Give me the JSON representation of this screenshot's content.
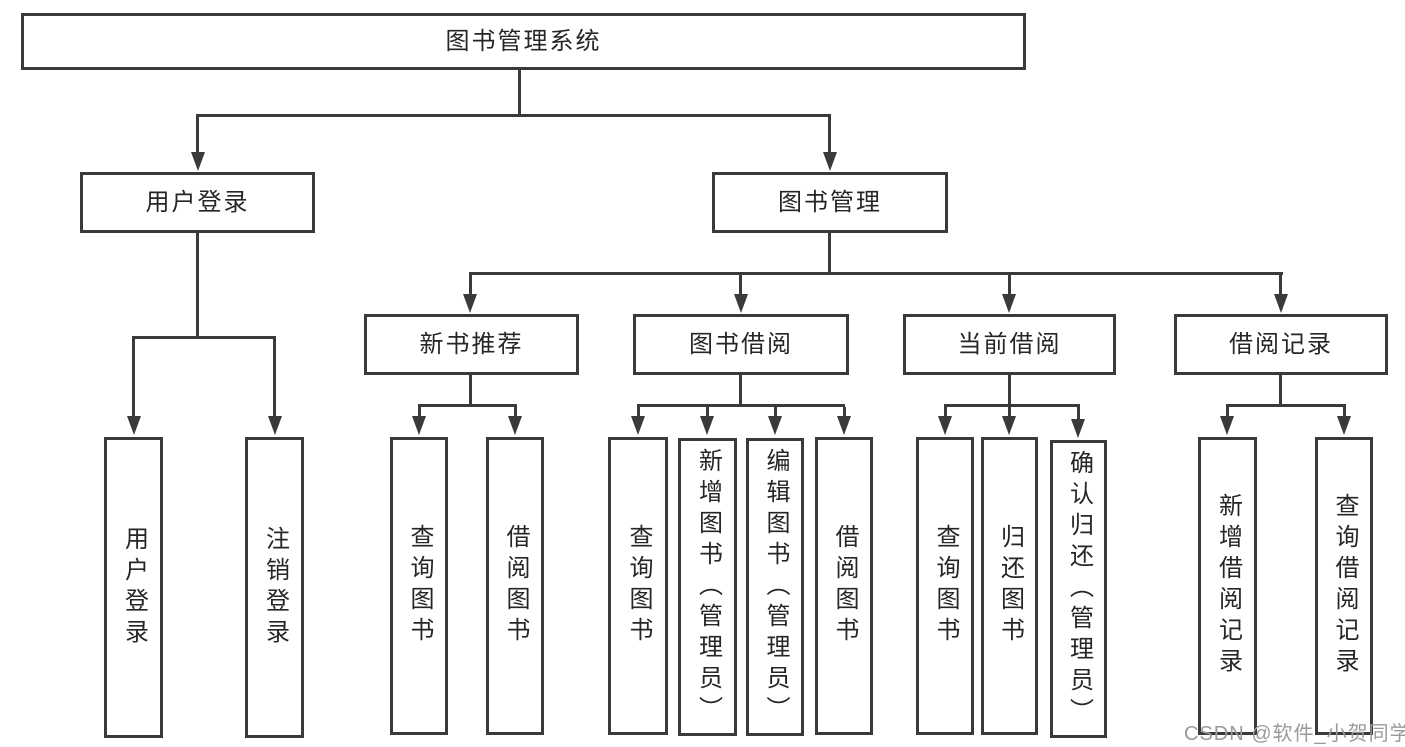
{
  "diagram": {
    "root": {
      "label": "图书管理系统",
      "children": [
        {
          "label": "用户登录",
          "children": [
            {
              "label": "用户登录"
            },
            {
              "label": "注销登录"
            }
          ]
        },
        {
          "label": "图书管理",
          "children": [
            {
              "label": "新书推荐",
              "children": [
                {
                  "label": "查询图书"
                },
                {
                  "label": "借阅图书"
                }
              ]
            },
            {
              "label": "图书借阅",
              "children": [
                {
                  "label": "查询图书"
                },
                {
                  "label": "新增图书（管理员）"
                },
                {
                  "label": "编辑图书（管理员）"
                },
                {
                  "label": "借阅图书"
                }
              ]
            },
            {
              "label": "当前借阅",
              "children": [
                {
                  "label": "查询图书"
                },
                {
                  "label": "归还图书"
                },
                {
                  "label": "确认归还（管理员）"
                }
              ]
            },
            {
              "label": "借阅记录",
              "children": [
                {
                  "label": "新增借阅记录"
                },
                {
                  "label": "查询借阅记录"
                }
              ]
            }
          ]
        }
      ]
    }
  },
  "watermark": {
    "text": "CSDN @软件_小贺同学"
  },
  "colors": {
    "line": "#3a3a3a",
    "text": "#262626",
    "watermark": "#9a9a9a",
    "background": "#ffffff"
  }
}
